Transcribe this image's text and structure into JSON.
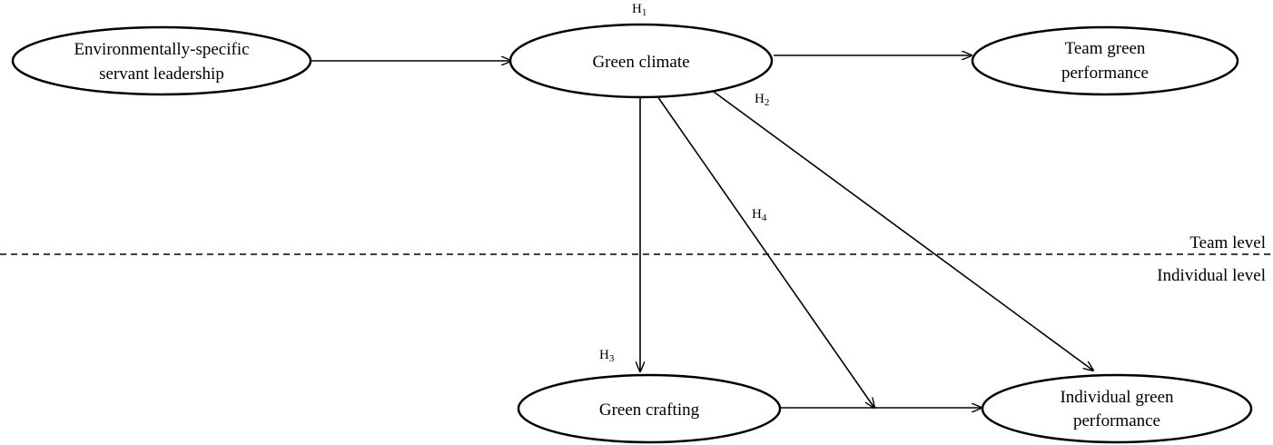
{
  "nodes": {
    "esl": {
      "lines": [
        "Environmentally-specific",
        "servant leadership"
      ]
    },
    "green_climate": {
      "lines": [
        "Green climate"
      ]
    },
    "team_green_performance": {
      "lines": [
        "Team green",
        "performance"
      ]
    },
    "green_crafting": {
      "lines": [
        "Green crafting"
      ]
    },
    "individual_green_performance": {
      "lines": [
        "Individual green",
        "performance"
      ]
    }
  },
  "hypotheses": {
    "h1": {
      "letter": "H",
      "number": "1"
    },
    "h2": {
      "letter": "H",
      "number": "2"
    },
    "h3": {
      "letter": "H",
      "number": "3"
    },
    "h4": {
      "letter": "H",
      "number": "4"
    }
  },
  "levels": {
    "team": "Team level",
    "individual": "Individual level"
  }
}
